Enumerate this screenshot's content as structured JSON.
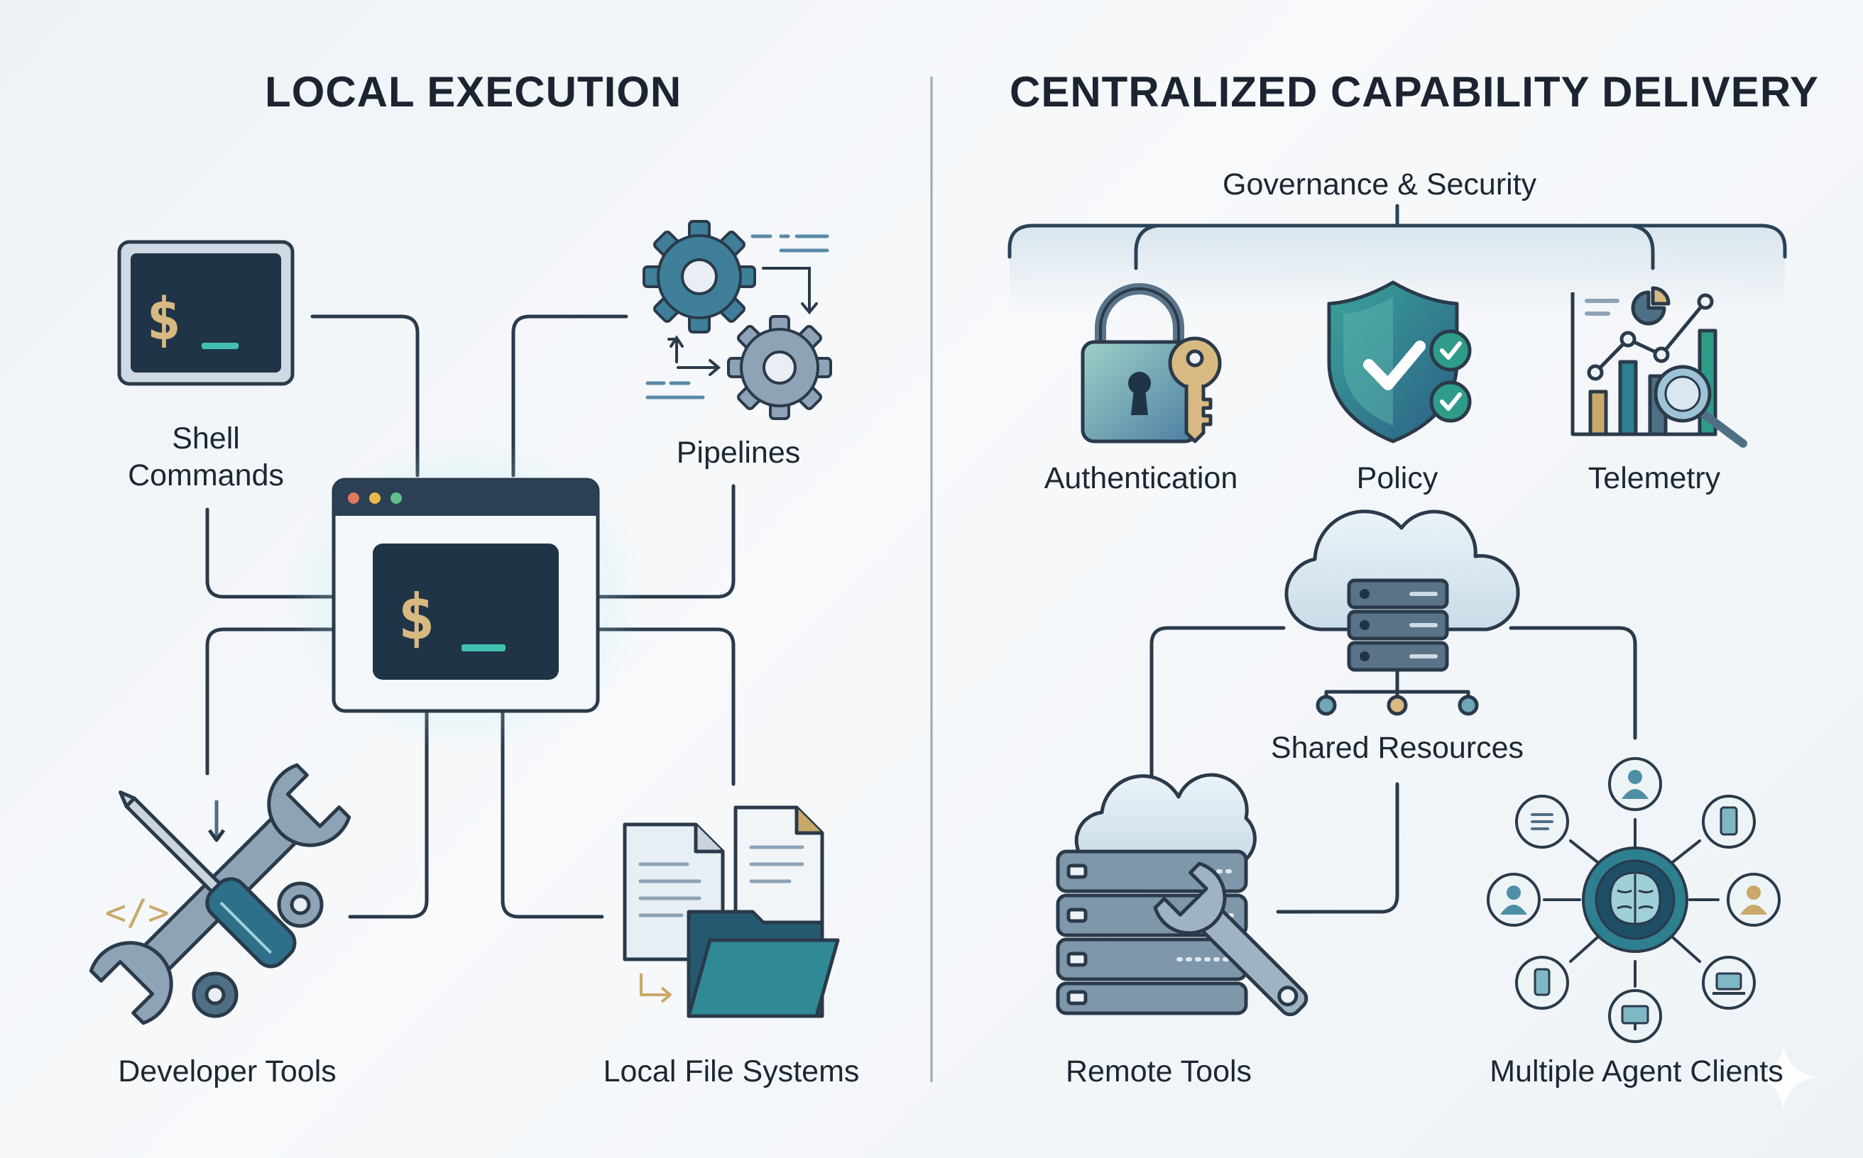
{
  "left_panel": {
    "title": "LOCAL EXECUTION",
    "shell_line1": "Shell",
    "shell_line2": "Commands",
    "pipelines": "Pipelines",
    "developer_tools": "Developer Tools",
    "local_file_systems": "Local File Systems",
    "terminal_glyph": "$_"
  },
  "right_panel": {
    "title": "CENTRALIZED CAPABILITY DELIVERY",
    "governance": "Governance & Security",
    "authentication": "Authentication",
    "policy": "Policy",
    "telemetry": "Telemetry",
    "shared_resources": "Shared Resources",
    "remote_tools": "Remote Tools",
    "multiple_agent_clients": "Multiple Agent Clients"
  },
  "colors": {
    "navy": "#1f3447",
    "teal": "#2e7f8f",
    "steel": "#4f6f86",
    "gold": "#c9a86a",
    "green": "#2f9c8a",
    "line": "#2a3a4a"
  }
}
